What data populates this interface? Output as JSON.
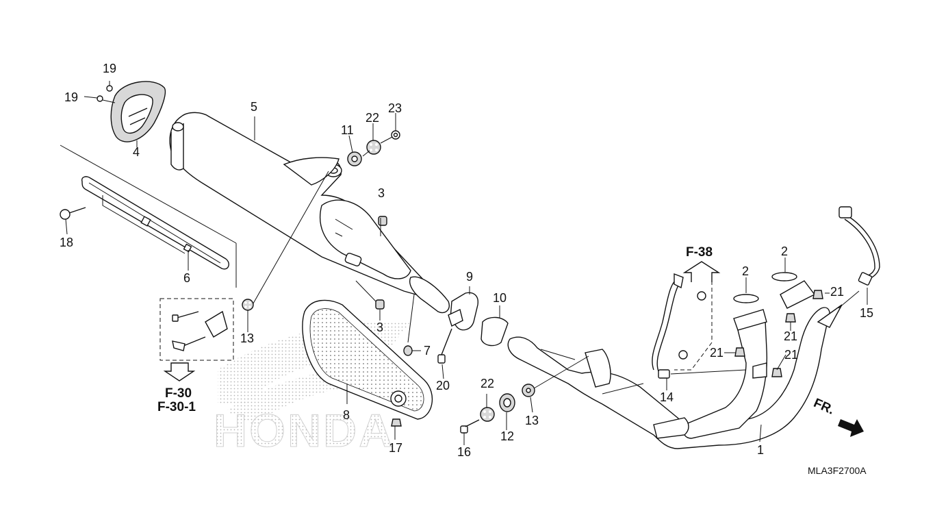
{
  "callouts": {
    "p1": "1",
    "p2a": "2",
    "p2b": "2",
    "p3a": "3",
    "p3b": "3",
    "p4": "4",
    "p5": "5",
    "p6": "6",
    "p7": "7",
    "p8": "8",
    "p9": "9",
    "p10": "10",
    "p11": "11",
    "p12": "12",
    "p13a": "13",
    "p13b": "13",
    "p14": "14",
    "p15": "15",
    "p16": "16",
    "p17": "17",
    "p18": "18",
    "p19a": "19",
    "p19b": "19",
    "p20": "20",
    "p21a": "21",
    "p21b": "21",
    "p21c": "21",
    "p21d": "21",
    "p22a": "22",
    "p22b": "22",
    "p23": "23"
  },
  "references": {
    "f38": "F-38",
    "f30": "F-30",
    "f30_1": "F-30-1"
  },
  "direction_label": "FR.",
  "diagram_code": "MLA3F2700A",
  "watermark": "HONDA"
}
